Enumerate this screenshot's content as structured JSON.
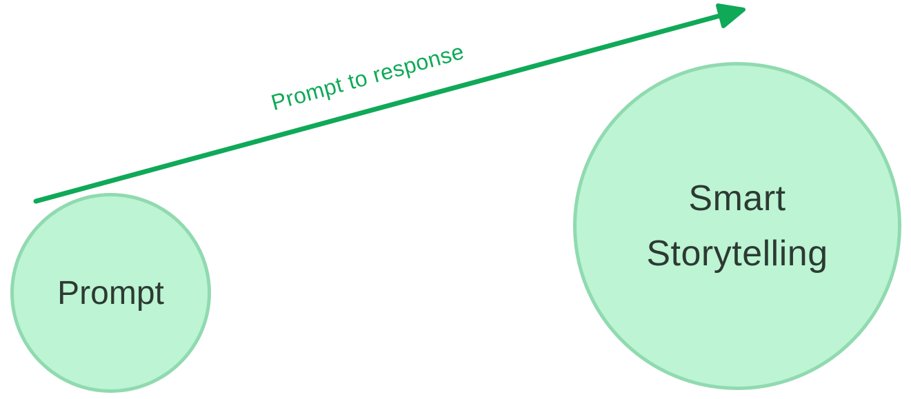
{
  "arrow": {
    "label": "Prompt to response"
  },
  "nodes": [
    {
      "id": "prompt",
      "shape": "circle",
      "label": "Prompt"
    },
    {
      "id": "smart-storytelling",
      "shape": "circle",
      "label": "Smart Storytelling",
      "lines": [
        "Smart",
        "Storytelling"
      ]
    }
  ],
  "colors": {
    "arrow_green": "#0fa958",
    "node_fill": "#bdf4d3",
    "node_border": "#90dab0",
    "node_text": "#2c3a33",
    "background": "#ffffff"
  }
}
